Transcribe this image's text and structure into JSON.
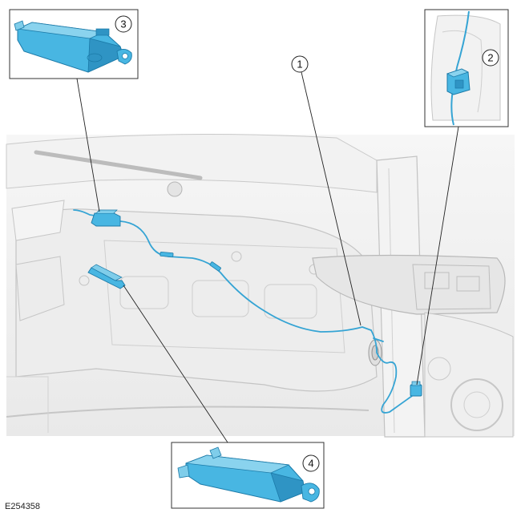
{
  "figure_id": "E254358",
  "callouts": [
    {
      "id": "1",
      "label": "1"
    },
    {
      "id": "2",
      "label": "2"
    },
    {
      "id": "3",
      "label": "3"
    },
    {
      "id": "4",
      "label": "4"
    }
  ],
  "colors": {
    "harness": "#35a4d4",
    "harness_dark": "#1f7fb0",
    "module_fill": "#48b6e2",
    "module_dark": "#1b7aa8",
    "vehicle_line": "#bdbdbd",
    "vehicle_fill": "#efefef",
    "leader": "#222222"
  }
}
